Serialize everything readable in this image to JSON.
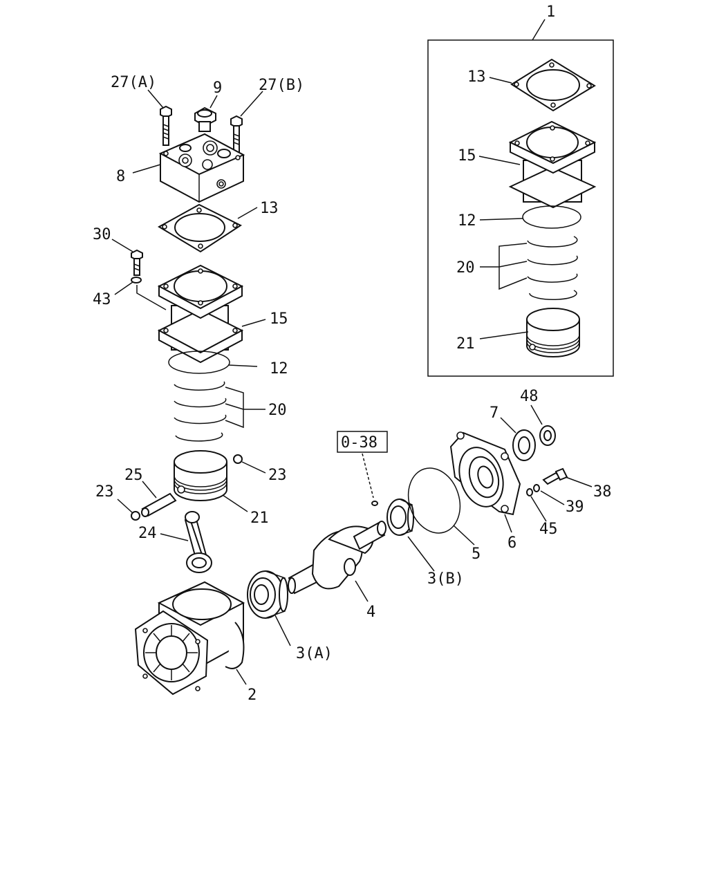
{
  "callouts": {
    "c1": "1",
    "c13_kit": "13",
    "c15_kit": "15",
    "c12_kit": "12",
    "c20_kit": "20",
    "c21_kit": "21",
    "c27a": "27(A)",
    "c9": "9",
    "c27b": "27(B)",
    "c8": "8",
    "c13": "13",
    "c30": "30",
    "c43": "43",
    "c15": "15",
    "c12": "12",
    "c20": "20",
    "c23_right": "23",
    "c25": "25",
    "c23_left": "23",
    "c21": "21",
    "c24": "24",
    "c0_38": "0-38",
    "c48": "48",
    "c7": "7",
    "c38": "38",
    "c39": "39",
    "c45": "45",
    "c6": "6",
    "c5": "5",
    "c3b": "3(B)",
    "c4": "4",
    "c3a": "3(A)",
    "c2": "2"
  }
}
